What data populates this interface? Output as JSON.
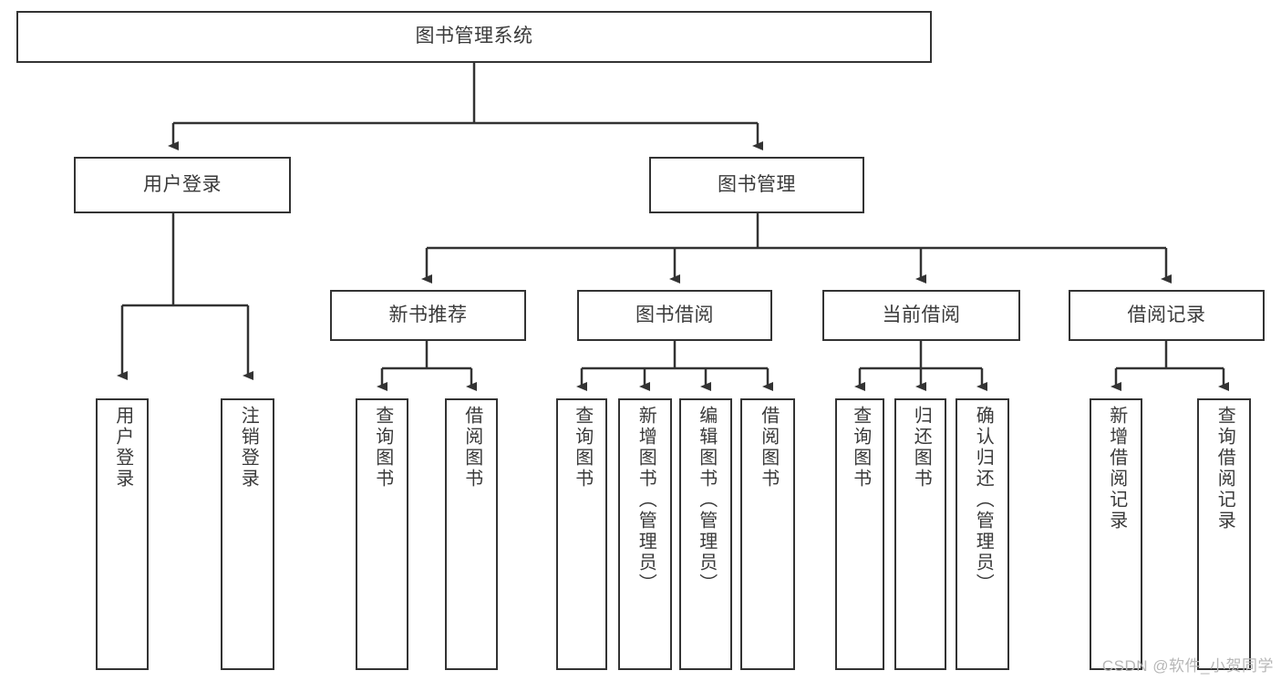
{
  "diagram": {
    "type": "tree-hierarchy",
    "title": "图书管理系统",
    "watermark": "CSDN @软件_小贺同学",
    "colors": {
      "box_border": "#333333",
      "box_fill": "#ffffff",
      "connector": "#333333",
      "text": "#3a3a3a",
      "watermark": "#b7b7b7"
    },
    "nodes": {
      "root": {
        "label": "图书管理系统",
        "orientation": "horizontal"
      },
      "level2": [
        {
          "label": "用户登录",
          "orientation": "horizontal"
        },
        {
          "label": "图书管理",
          "orientation": "horizontal"
        }
      ],
      "level3": [
        {
          "label": "新书推荐",
          "orientation": "horizontal"
        },
        {
          "label": "图书借阅",
          "orientation": "horizontal"
        },
        {
          "label": "当前借阅",
          "orientation": "horizontal"
        },
        {
          "label": "借阅记录",
          "orientation": "horizontal"
        }
      ],
      "leaves_user_login": [
        {
          "label": "用户登录",
          "orientation": "vertical"
        },
        {
          "label": "注销登录",
          "orientation": "vertical"
        }
      ],
      "leaves_new_book": [
        {
          "label": "查询图书",
          "orientation": "vertical"
        },
        {
          "label": "借阅图书",
          "orientation": "vertical"
        }
      ],
      "leaves_book_borrow": [
        {
          "label": "查询图书",
          "orientation": "vertical"
        },
        {
          "label": "新增图书（管理员）",
          "orientation": "vertical"
        },
        {
          "label": "编辑图书（管理员）",
          "orientation": "vertical"
        },
        {
          "label": "借阅图书",
          "orientation": "vertical"
        }
      ],
      "leaves_current_borrow": [
        {
          "label": "查询图书",
          "orientation": "vertical"
        },
        {
          "label": "归还图书",
          "orientation": "vertical"
        },
        {
          "label": "确认归还（管理员）",
          "orientation": "vertical"
        }
      ],
      "leaves_borrow_record": [
        {
          "label": "新增借阅记录",
          "orientation": "vertical"
        },
        {
          "label": "查询借阅记录",
          "orientation": "vertical"
        }
      ]
    }
  }
}
